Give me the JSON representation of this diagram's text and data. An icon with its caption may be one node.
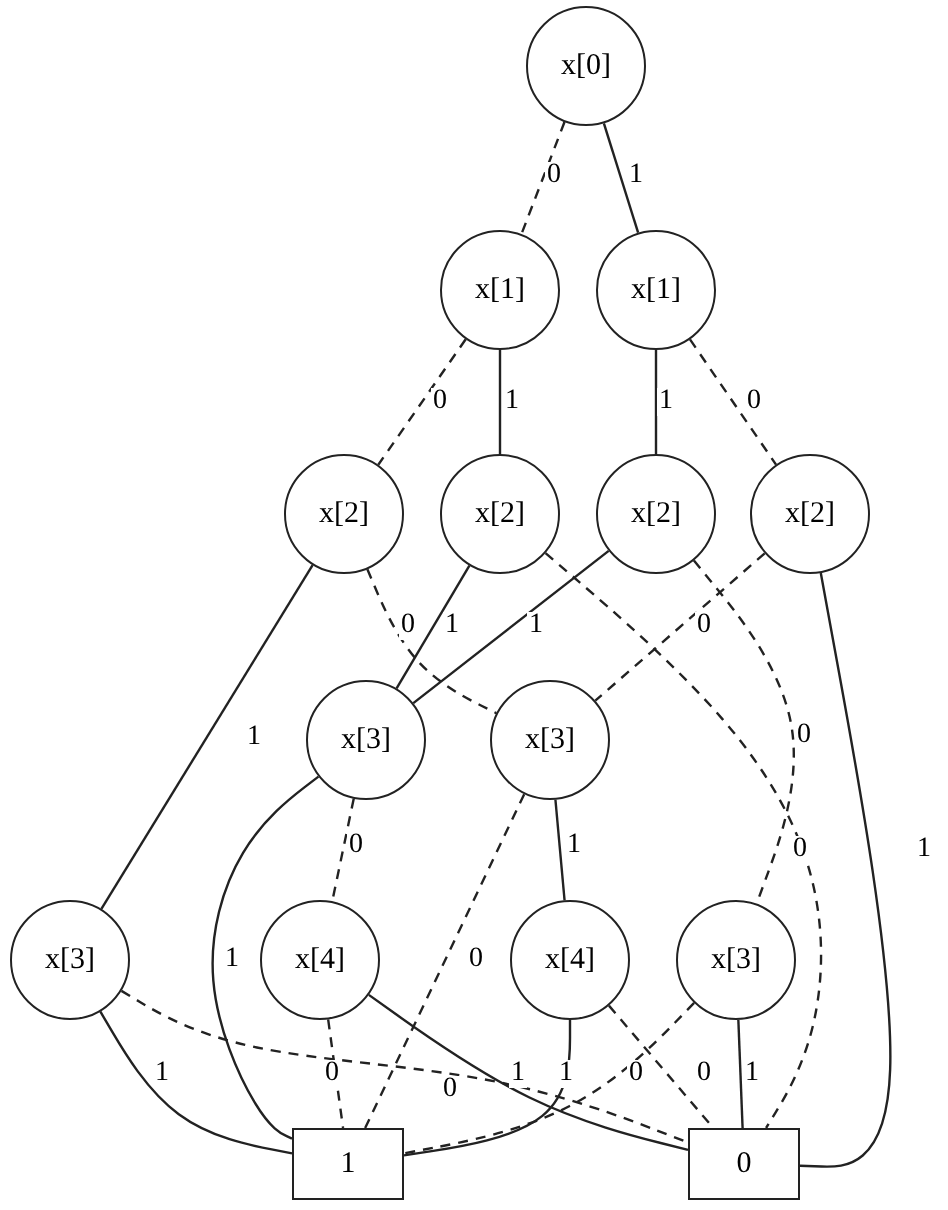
{
  "diagram": {
    "nodes": [
      {
        "text": [
          "x[0]"
        ]
      },
      {
        "text": [
          "x[1]"
        ]
      },
      {
        "text": [
          "x[1]"
        ]
      },
      {
        "text": [
          "x[2]"
        ]
      },
      {
        "text": [
          "x[2]"
        ]
      },
      {
        "text": [
          "x[2]"
        ]
      },
      {
        "text": [
          "x[2]"
        ]
      },
      {
        "text": [
          "x[3]"
        ]
      },
      {
        "text": [
          "x[3]"
        ]
      },
      {
        "text": [
          "x[3]"
        ]
      },
      {
        "text": [
          "x[4]"
        ]
      },
      {
        "text": [
          "x[4]"
        ]
      },
      {
        "text": [
          "x[3]"
        ]
      },
      {
        "text": [
          "1"
        ]
      },
      {
        "text": [
          "0"
        ]
      }
    ],
    "edges": [
      {
        "from": 0,
        "to": 1,
        "arrow": "none",
        "label": "0",
        "style": "dashed"
      },
      {
        "from": 0,
        "to": 2,
        "arrow": "none",
        "label": "1"
      },
      {
        "from": 1,
        "to": 3,
        "arrow": "none",
        "label": "0",
        "style": "dashed"
      },
      {
        "from": 1,
        "to": 4,
        "arrow": "none",
        "label": "1"
      },
      {
        "from": 2,
        "to": 5,
        "arrow": "none",
        "label": "1"
      },
      {
        "from": 2,
        "to": 6,
        "arrow": "none",
        "label": "0",
        "style": "dashed"
      },
      {
        "from": 3,
        "to": 9,
        "arrow": "none",
        "label": "1"
      },
      {
        "from": 3,
        "to": 8,
        "arrow": "none",
        "label": "0",
        "style": "dashed"
      },
      {
        "from": 4,
        "to": 7,
        "arrow": "none",
        "label": "1"
      },
      {
        "from": 4,
        "to": 14,
        "arrow": "none",
        "label": "0",
        "style": "dashed"
      },
      {
        "from": 5,
        "to": 7,
        "arrow": "none",
        "label": "1"
      },
      {
        "from": 5,
        "to": 12,
        "arrow": "none",
        "label": "0",
        "style": "dashed"
      },
      {
        "from": 6,
        "to": 8,
        "arrow": "none",
        "label": "0",
        "style": "dashed"
      },
      {
        "from": 6,
        "to": 14,
        "arrow": "none",
        "label": "1"
      },
      {
        "from": 7,
        "to": 10,
        "arrow": "none",
        "label": "0",
        "style": "dashed"
      },
      {
        "from": 7,
        "to": 13,
        "arrow": "none",
        "label": "1"
      },
      {
        "from": 8,
        "to": 13,
        "arrow": "none",
        "label": "0",
        "style": "dashed"
      },
      {
        "from": 8,
        "to": 11,
        "arrow": "none",
        "label": "1"
      },
      {
        "from": 9,
        "to": 13,
        "arrow": "none",
        "label": "1"
      },
      {
        "from": 9,
        "to": 14,
        "arrow": "none",
        "label": "0",
        "style": "dashed"
      },
      {
        "from": 10,
        "to": 13,
        "arrow": "none",
        "label": "0",
        "style": "dashed"
      },
      {
        "from": 10,
        "to": 14,
        "arrow": "none",
        "label": "1"
      },
      {
        "from": 11,
        "to": 13,
        "arrow": "none",
        "label": "1"
      },
      {
        "from": 11,
        "to": 14,
        "arrow": "none",
        "label": "0",
        "style": "dashed"
      },
      {
        "from": 12,
        "to": 13,
        "arrow": "none",
        "label": "0",
        "style": "dashed"
      },
      {
        "from": 12,
        "to": 14,
        "arrow": "none",
        "label": "1"
      }
    ]
  }
}
